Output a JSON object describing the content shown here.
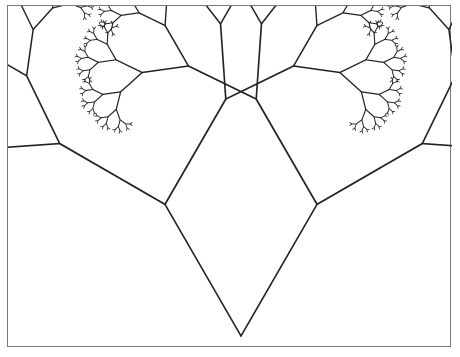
{
  "figure": {
    "kind": "fractal-tree",
    "line_color": "#222222",
    "border_color": "#7a7a7a",
    "background": "#ffffff",
    "recursion_depth": 10,
    "branches": [
      {
        "name": "left-main-branch",
        "angle_deg": -60,
        "length_ratio": 1.0
      },
      {
        "name": "right-main-branch",
        "angle_deg": 60,
        "length_ratio": 1.0
      }
    ]
  }
}
